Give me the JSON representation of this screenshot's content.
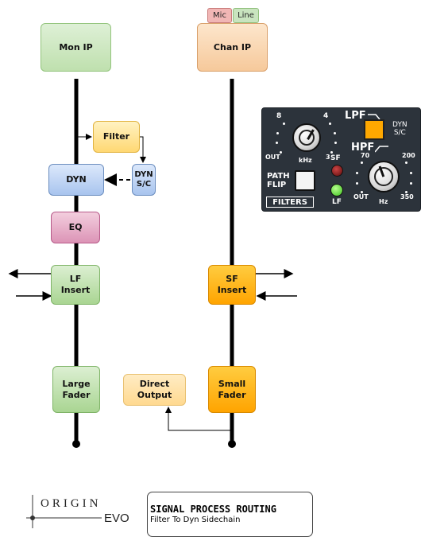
{
  "nodes": {
    "mon_ip": "Mon IP",
    "chan_ip": "Chan IP",
    "filter": "Filter",
    "dyn": "DYN",
    "dyn_sc": "DYN\nS/C",
    "eq": "EQ",
    "lf_insert": "LF\nInsert",
    "sf_insert": "SF\nInsert",
    "large_fader": "Large\nFader",
    "direct_output": "Direct\nOutput",
    "small_fader": "Small\nFader"
  },
  "tags": {
    "mic": "Mic",
    "line": "Line"
  },
  "panel": {
    "lpf": "LPF",
    "hpf": "HPF",
    "dyn_sc": "DYN\nS/C",
    "path_flip": "PATH\nFLIP",
    "sf": "SF",
    "lf": "LF",
    "filters": "FILTERS",
    "lpf_scale": {
      "s8": "8",
      "s4": "4",
      "out": "OUT",
      "s3": "3",
      "unit": "kHz"
    },
    "hpf_scale": {
      "s70": "70",
      "s200": "200",
      "out": "OUT",
      "s350": "350",
      "unit": "Hz"
    }
  },
  "logo": {
    "origin": "ORIGIN",
    "evo": "EVO"
  },
  "title": {
    "main": "SIGNAL PROCESS ROUTING",
    "sub": "Filter To Dyn Sidechain"
  },
  "colors": {
    "signal_line": "#000000",
    "sf_led": "#8b1a1a",
    "lf_led": "#5fdc3c",
    "dyn_sc_button": "#ffa800"
  }
}
